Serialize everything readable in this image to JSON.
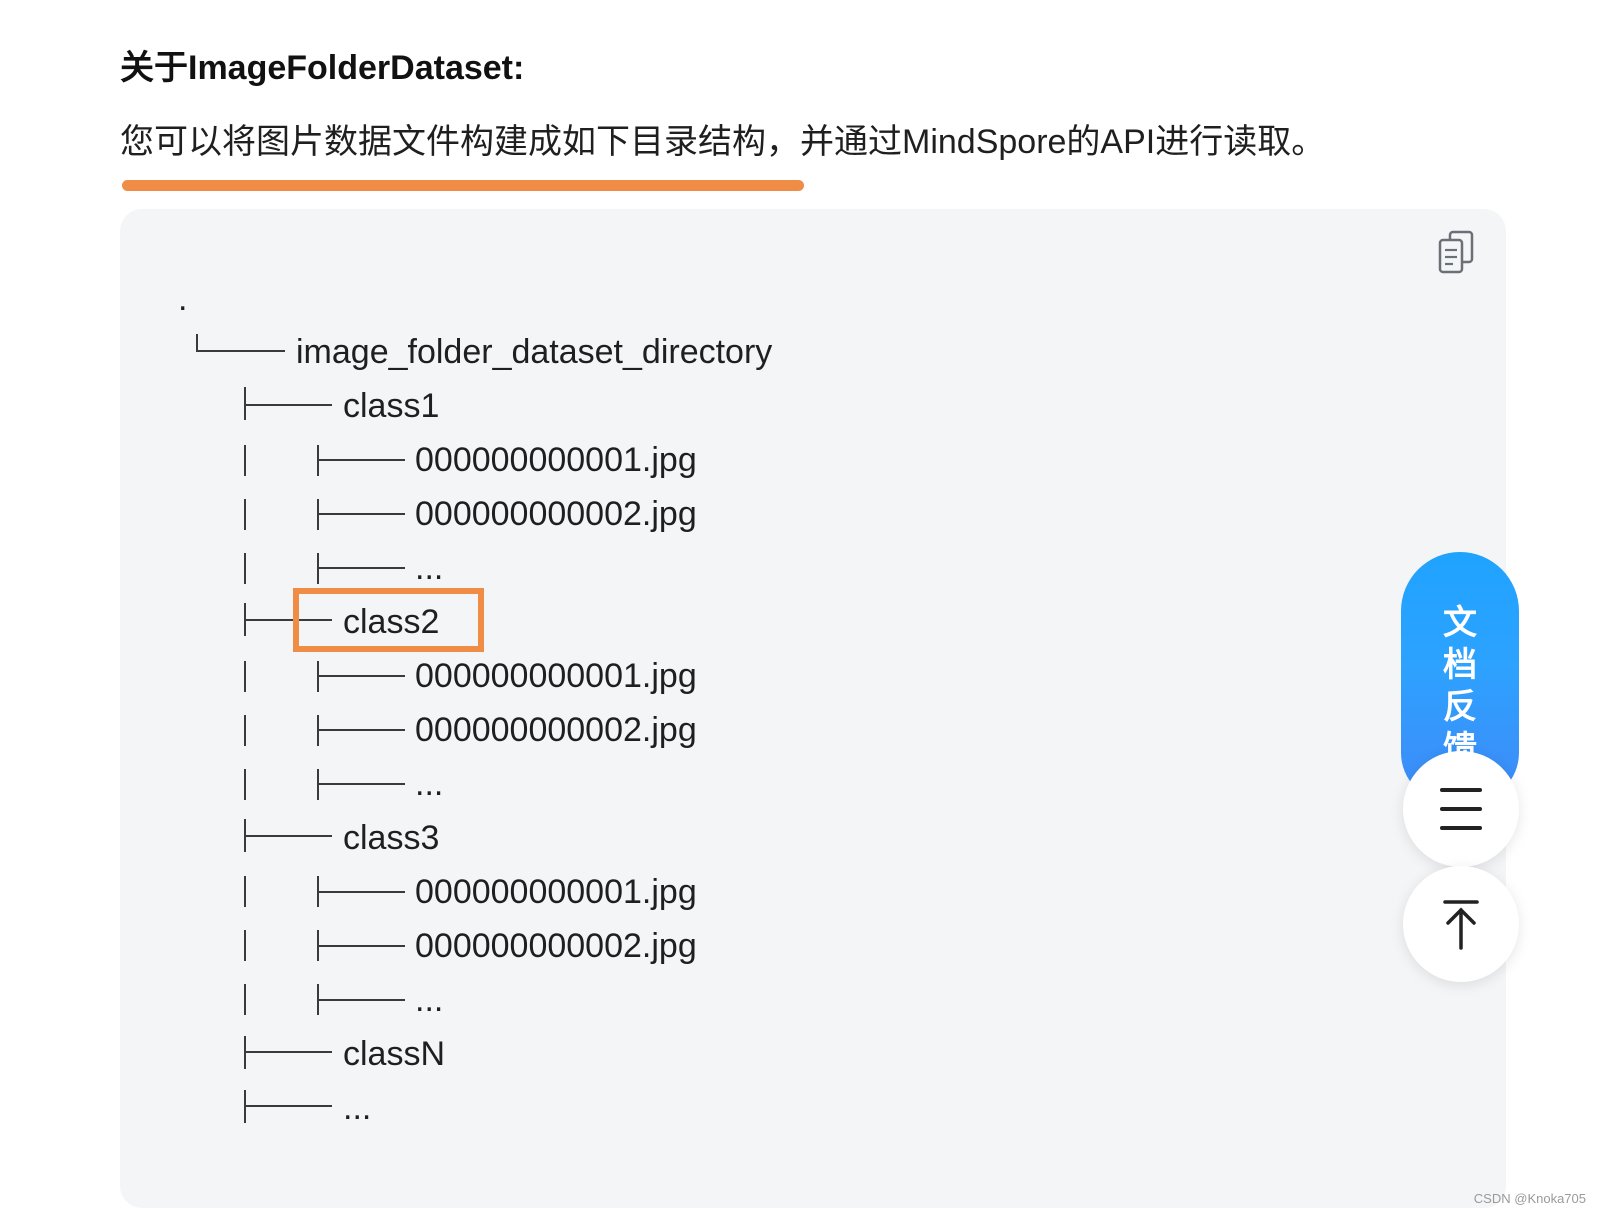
{
  "section": {
    "title": "关于ImageFolderDataset:",
    "intro": "您可以将图片数据文件构建成如下目录结构，并通过MindSpore的API进行读取。"
  },
  "code_block": {
    "copy_icon": "copy-icon",
    "root_dot": ".",
    "root_dir": "image_folder_dataset_directory",
    "class1": "class1",
    "class1_file1": "000000000001.jpg",
    "class1_file2": "000000000002.jpg",
    "class1_more": "...",
    "class2": "class2",
    "class2_file1": "000000000001.jpg",
    "class2_file2": "000000000002.jpg",
    "class2_more": "...",
    "class3": "class3",
    "class3_file1": "000000000001.jpg",
    "class3_file2": "000000000002.jpg",
    "class3_more": "...",
    "classN": "classN",
    "more": "..."
  },
  "floating": {
    "feedback_label": "文档反馈",
    "menu_icon": "menu-icon",
    "back_to_top_icon": "arrow-up-to-top-icon"
  },
  "watermark": "CSDN @Knoka705",
  "colors": {
    "accent_orange": "#ef8c45",
    "code_bg": "#f4f5f7",
    "feedback_blue": "#2d9bff"
  }
}
